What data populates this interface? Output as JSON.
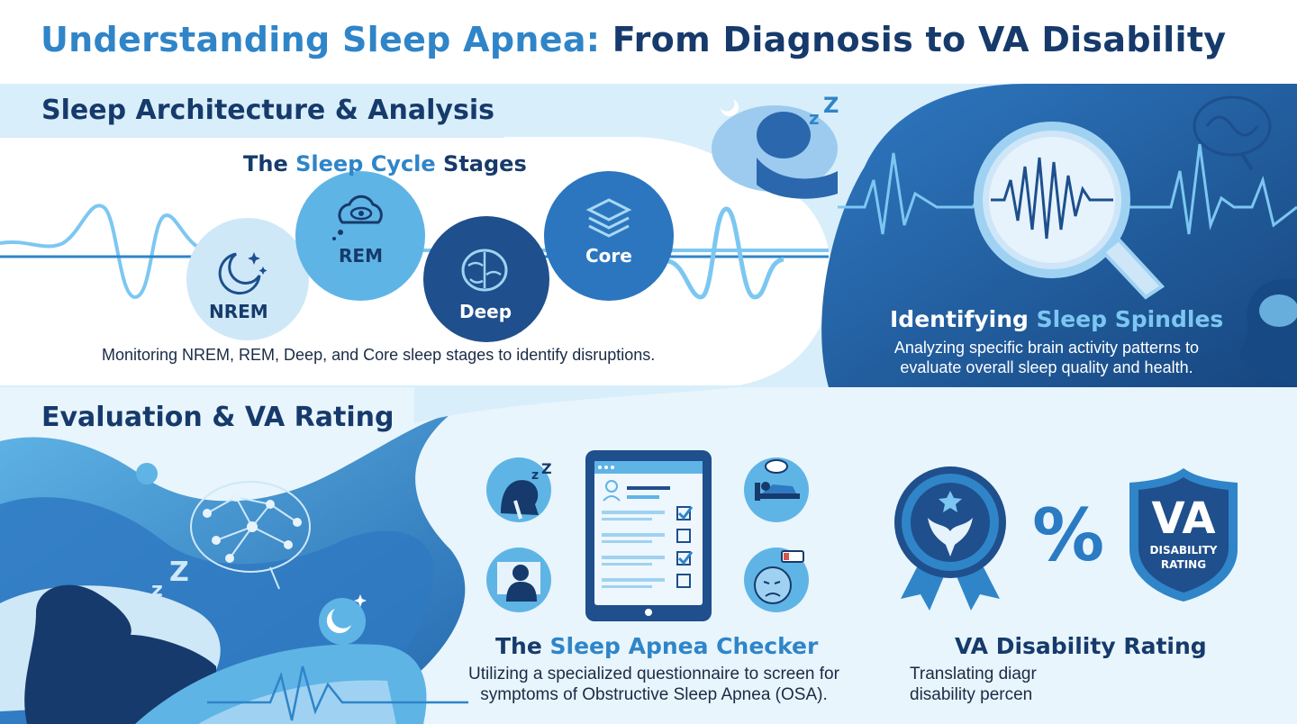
{
  "header": {
    "title_accent": "Understanding Sleep Apnea:",
    "title_rest": " From Diagnosis to VA Disability"
  },
  "sleep_section": {
    "title": "Sleep Architecture & Analysis",
    "cycle_title_prefix": "The ",
    "cycle_title_accent": "Sleep Cycle",
    "cycle_title_suffix": " Stages",
    "stages": [
      "NREM",
      "REM",
      "Deep",
      "Core"
    ],
    "caption": "Monitoring NREM, REM, Deep, and Core sleep stages to identify disruptions."
  },
  "spindles": {
    "title_prefix": "Identifying ",
    "title_accent": "Sleep Spindles",
    "description": "Analyzing specific brain activity patterns to evaluate overall sleep quality and health."
  },
  "evaluation_section": {
    "title": "Evaluation & VA Rating"
  },
  "checker": {
    "title_prefix": "The ",
    "title_accent": "Sleep Apnea Checker",
    "description": "Utilizing a specialized questionnaire to screen for symptoms of Obstructive Sleep Apnea (OSA)."
  },
  "va_rating": {
    "title": "VA Disability Rating",
    "description_line1": "Translating diagr",
    "description_line2": "disability percen",
    "percent_symbol": "%",
    "shield_main": "VA",
    "shield_line1": "DISABILITY",
    "shield_line2": "RATING"
  },
  "colors": {
    "dark_navy": "#163a6b",
    "accent_blue": "#2f85c8",
    "light_blue": "#cfe8f8",
    "panel_blue": "#2466ad"
  }
}
